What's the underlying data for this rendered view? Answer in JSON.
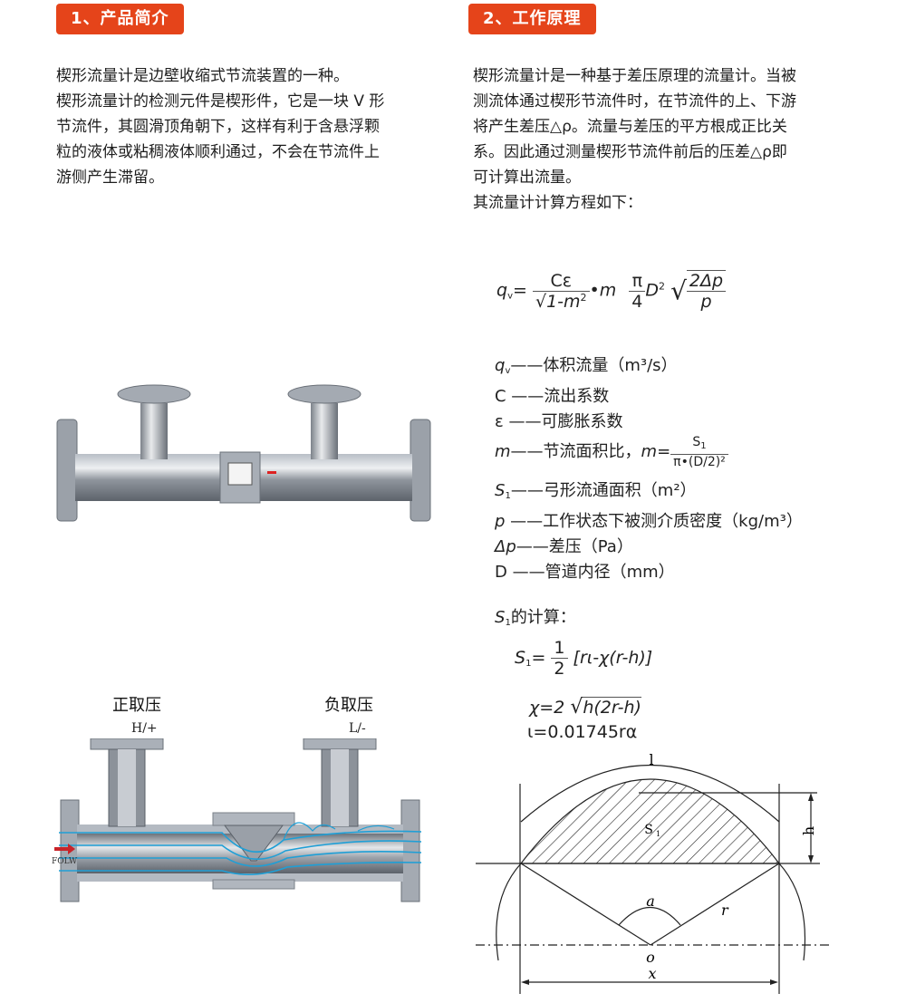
{
  "section1": {
    "badge": "1、产品简介",
    "lines": [
      "楔形流量计是边壁收缩式节流装置的一种。",
      "楔形流量计的检测元件是楔形件，它是一块 V 形",
      "节流件，其圆滑顶角朝下，这样有利于含悬浮颗",
      "粒的液体或粘稠液体顺利通过，不会在节流件上",
      "游侧产生滞留。"
    ]
  },
  "section2": {
    "badge": "2、工作原理",
    "lines": [
      "楔形流量计是一种基于差压原理的流量计。当被",
      "测流体通过楔形节流件时，在节流件的上、下游",
      "将产生差压△ρ。流量与差压的平方根成正比关",
      "系。因此通过测量楔形节流件前后的压差△ρ即",
      "可计算出流量。",
      "其流量计计算方程如下："
    ]
  },
  "main_formula": {
    "lhs": "q",
    "lhs_sub": "v",
    "eq": "=",
    "frac1_num": "Cε",
    "frac1_den_root": "1-m",
    "frac1_den_sup": "2",
    "dot_m": "•m",
    "frac2_num": "π",
    "frac2_den": "4",
    "d": "D",
    "d_sup": "2",
    "root_num": "2Δp",
    "root_den": "p"
  },
  "definitions": [
    {
      "sym": "q",
      "sub": "v",
      "dash": "——",
      "text": "体积流量（m³/s）"
    },
    {
      "sym": "C",
      "sub": "",
      "dash": " ——",
      "text": "流出系数"
    },
    {
      "sym": "ε",
      "sub": "",
      "dash": " ——",
      "text": "可膨胀系数"
    },
    {
      "sym": "m",
      "sub": "",
      "dash": "——",
      "text": "节流面积比，"
    }
  ],
  "m_formula": {
    "lhs": "m=",
    "num": "S",
    "num_sub": "1",
    "den": "π•(D/2)²"
  },
  "definitions2": [
    {
      "sym": "S",
      "sub": "1",
      "dash": "——",
      "text": "弓形流通面积（m²）"
    },
    {
      "sym": "p",
      "sub": "",
      "dash": " ——",
      "text": "工作状态下被测介质密度（kg/m³）"
    },
    {
      "sym": "Δp",
      "sub": "",
      "dash": "——",
      "text": "差压（Pa）"
    },
    {
      "sym": "D",
      "sub": "",
      "dash": " ——",
      "text": "管道内径（mm）"
    }
  ],
  "s1_calc": {
    "title_sym": "S",
    "title_sub": "1",
    "title_text": "的计算：",
    "eq1_lhs": "S",
    "eq1_sub": "1",
    "eq1_num": "1",
    "eq1_den": "2",
    "eq1_rhs": "[rι-χ(r-h)]",
    "eq2_lhs": "χ=2",
    "eq2_root": "h(2r-h)",
    "eq3": "ι=0.01745rα"
  },
  "diagram": {
    "labels": {
      "l": "l",
      "h": "h",
      "s1": "S",
      "s1_sub": "1",
      "a": "a",
      "r": "r",
      "o": "o",
      "x": "x"
    }
  },
  "images": {
    "product_photo": "wedge-flowmeter-photo",
    "cutaway": {
      "high_label_zh": "正取压",
      "low_label_zh": "负取压",
      "high_label": "H/+",
      "low_label": "L/-",
      "flow_label": "FOLW"
    }
  },
  "colors": {
    "badge": "#e5441a",
    "pipe": "#8a9098",
    "flow_lines": "#1f9fd6",
    "flow_arrow": "#c8242a"
  }
}
